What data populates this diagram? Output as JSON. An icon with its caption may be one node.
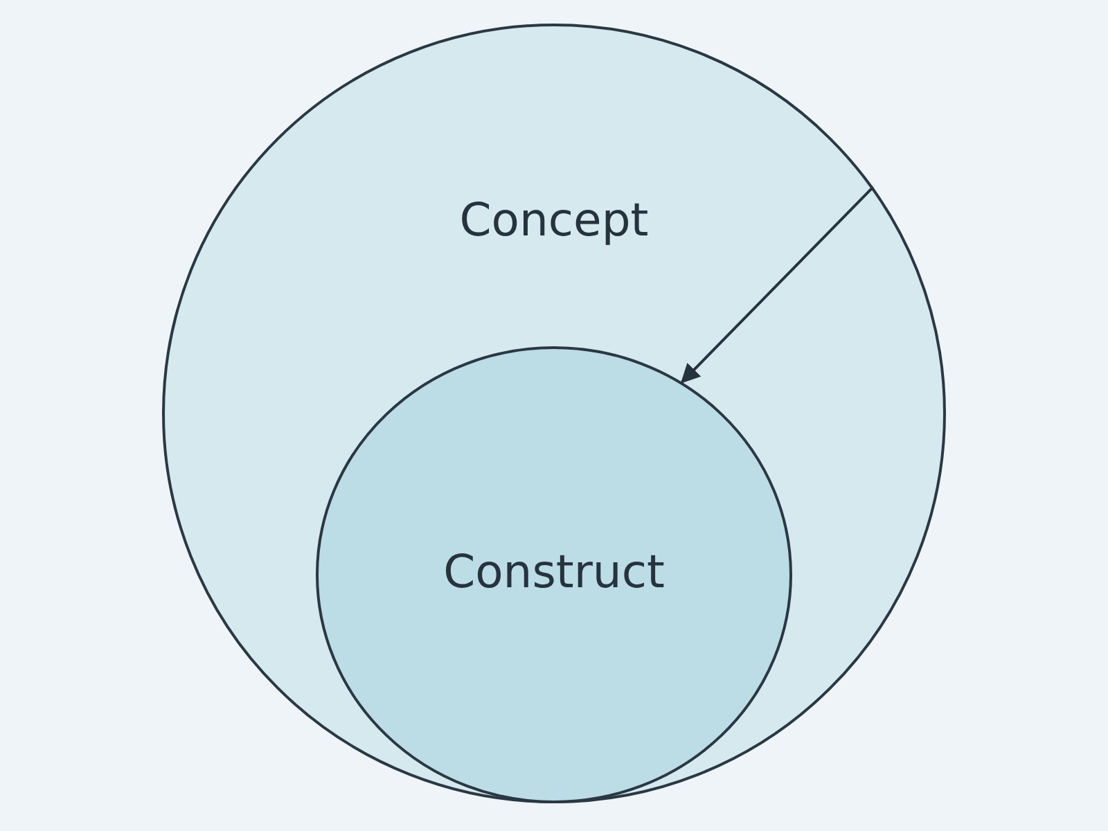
{
  "diagram": {
    "nodes": [
      {
        "text": [
          "Concept"
        ]
      },
      {
        "text": [
          "Construct"
        ],
        "in": 0
      }
    ],
    "edges": [
      {
        "from": 0,
        "to": 1,
        "arrow": "to"
      }
    ]
  }
}
